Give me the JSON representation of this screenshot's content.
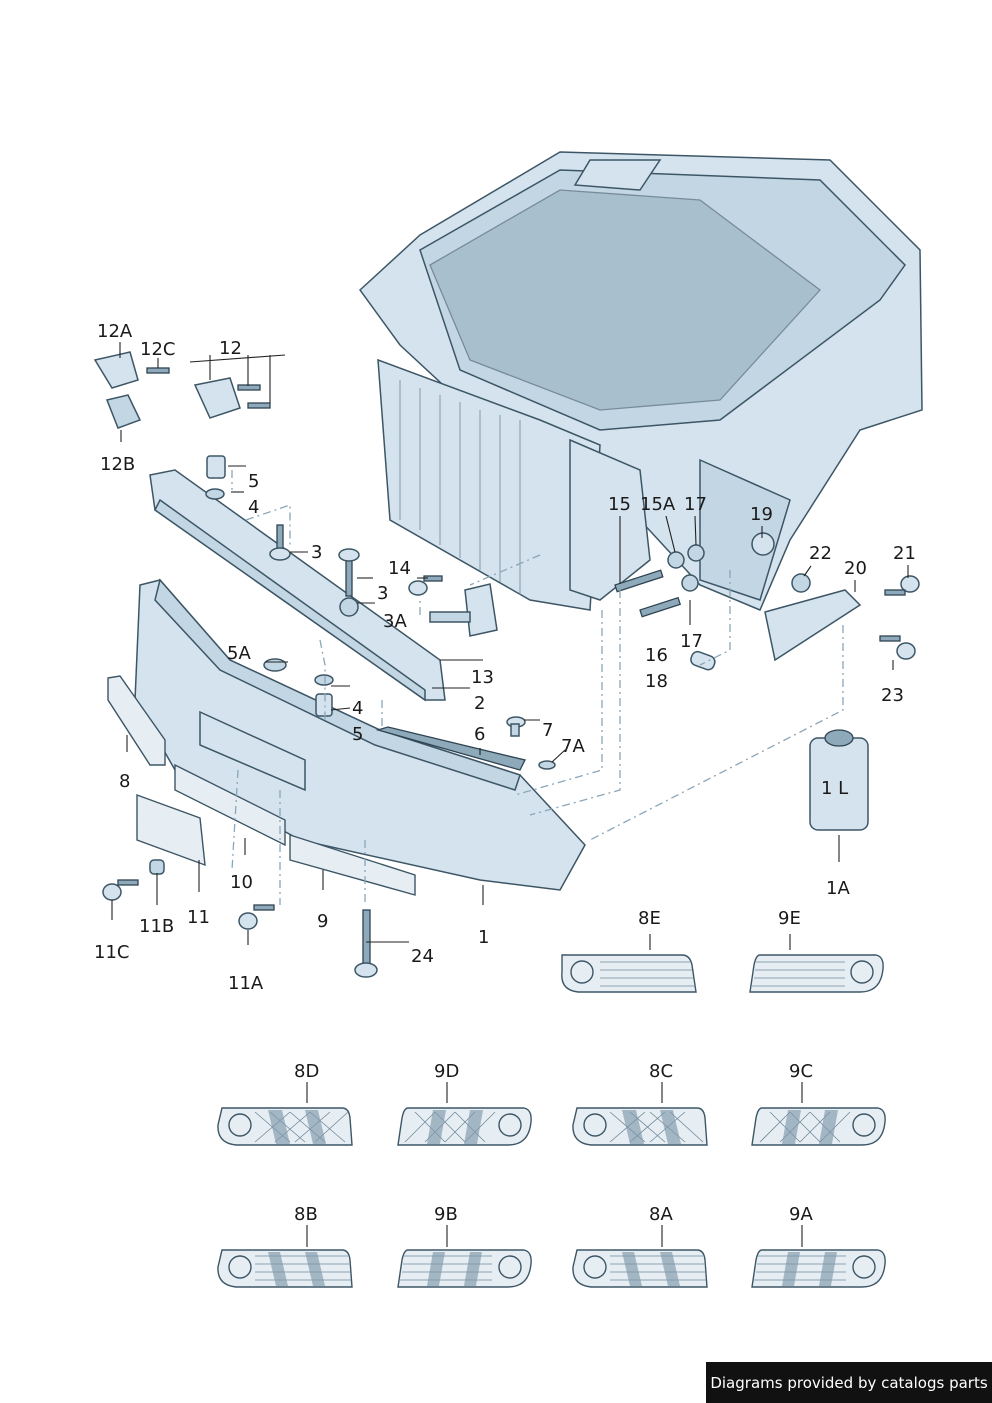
{
  "labels": {
    "l1": "1",
    "l1A": "1A",
    "l1L": "1 L",
    "l2": "2",
    "l3a": "3",
    "l3b": "3",
    "l3A": "3A",
    "l4a": "4",
    "l4b": "4",
    "l5a": "5",
    "l5b": "5",
    "l5A": "5A",
    "l6": "6",
    "l7": "7",
    "l7A": "7A",
    "l8": "8",
    "l8A": "8A",
    "l8B": "8B",
    "l8C": "8C",
    "l8D": "8D",
    "l8E": "8E",
    "l9": "9",
    "l9A": "9A",
    "l9B": "9B",
    "l9C": "9C",
    "l9D": "9D",
    "l9E": "9E",
    "l10": "10",
    "l11": "11",
    "l11A": "11A",
    "l11B": "11B",
    "l11C": "11C",
    "l12": "12",
    "l12A": "12A",
    "l12B": "12B",
    "l12C": "12C",
    "l13": "13",
    "l14": "14",
    "l15": "15",
    "l15A": "15A",
    "l16": "16",
    "l17a": "17",
    "l17b": "17",
    "l18": "18",
    "l19": "19",
    "l20": "20",
    "l21": "21",
    "l22": "22",
    "l23": "23",
    "l24": "24"
  },
  "credit": "Diagrams provided by catalogs parts",
  "colors": {
    "part_fill": "#d4e3ed",
    "outline": "#3d5666",
    "dash_line": "#8aa6b8",
    "credit_bg": "#111111"
  }
}
